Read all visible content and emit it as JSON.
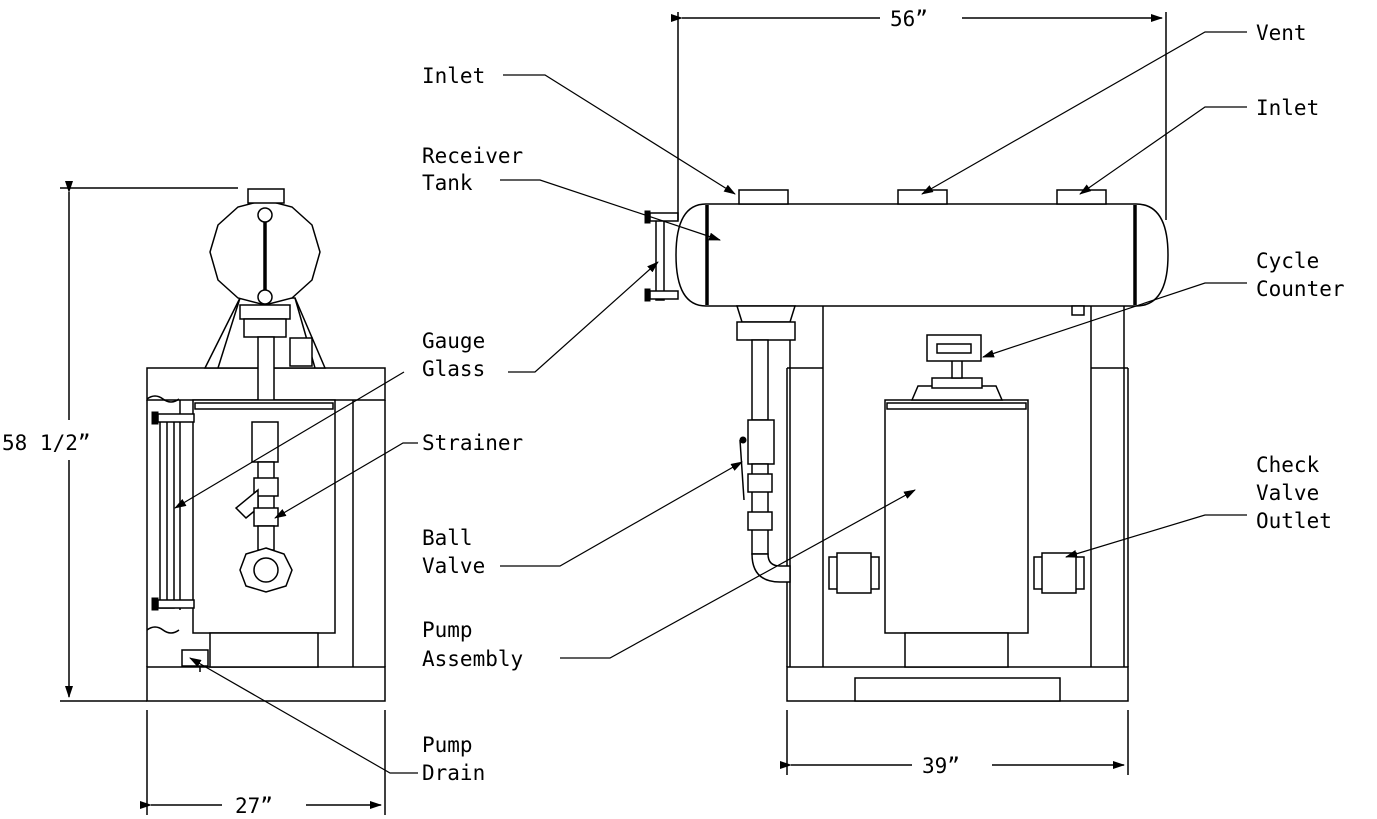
{
  "dimensions": {
    "overall_length": "56”",
    "left_height": "58  1/2”",
    "left_width": "27”",
    "right_width": "39”"
  },
  "labels": {
    "inlet_left": "Inlet",
    "vent": "Vent",
    "inlet_right": "Inlet",
    "receiver_tank": [
      "Receiver",
      "Tank"
    ],
    "cycle_counter": [
      "Cycle",
      "Counter"
    ],
    "gauge_glass": [
      "Gauge",
      "Glass"
    ],
    "strainer": "Strainer",
    "check_valve_outlet": [
      "Check",
      "Valve",
      "Outlet"
    ],
    "ball_valve": [
      "Ball",
      "Valve"
    ],
    "pump_assembly": [
      "Pump",
      "Assembly"
    ],
    "pump_drain": [
      "Pump",
      "Drain"
    ]
  }
}
